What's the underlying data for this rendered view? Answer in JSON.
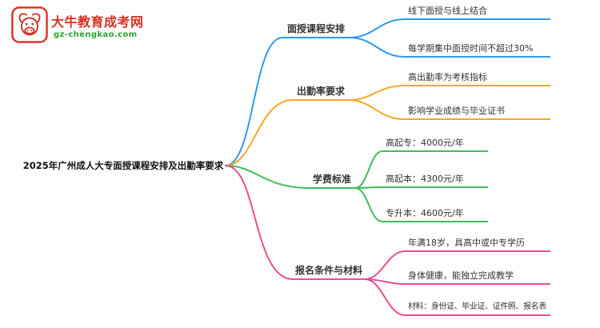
{
  "logo": {
    "brand": "大牛教育成考网",
    "domain": "gz-chengkao.com",
    "red": "#d92f21",
    "green": "#2aa430"
  },
  "root": {
    "label": "2025年广州成人大专面授课程安排及出勤率要求"
  },
  "branches": [
    {
      "label": "面授课程安排",
      "color": "#2b9bef",
      "children": [
        "线下面授与线上结合",
        "每学期集中面授时间不超过30%"
      ]
    },
    {
      "label": "出勤率要求",
      "color": "#f5a623",
      "children": [
        "高出勤率为考核指标",
        "影响学业成绩与毕业证书"
      ]
    },
    {
      "label": "学费标准",
      "color": "#3ebd5c",
      "children": [
        "高起专：4000元/年",
        "高起本：4300元/年",
        "专升本：4600元/年"
      ]
    },
    {
      "label": "报名条件与材料",
      "color": "#ed4c94",
      "children": [
        "年满18岁，具高中或中专学历",
        "身体健康，能独立完成教学",
        "材料：身份证、毕业证、证件照、报名表"
      ]
    }
  ]
}
